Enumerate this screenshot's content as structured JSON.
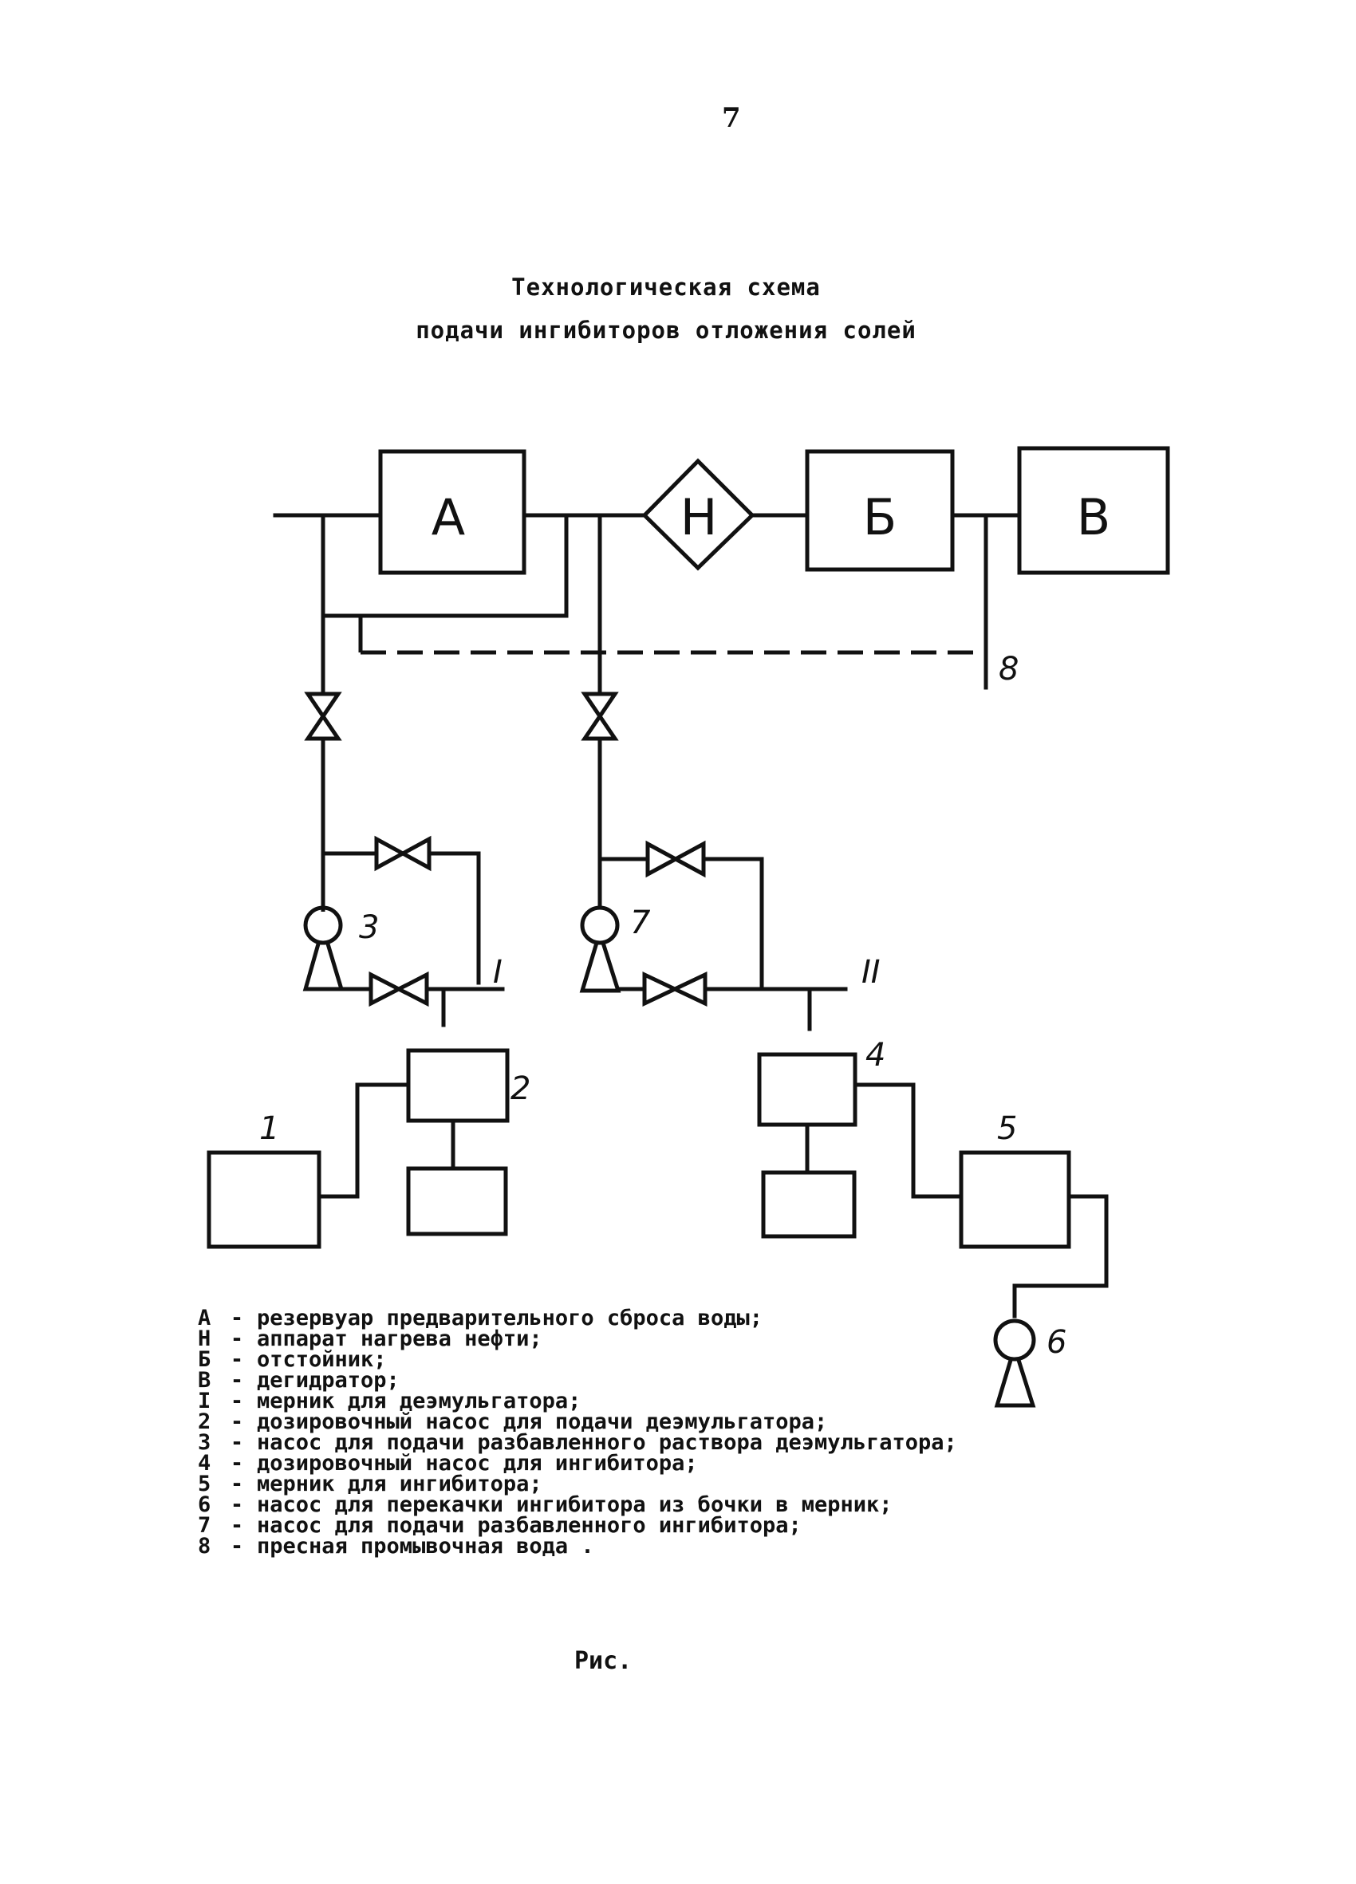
{
  "page_number": "7",
  "title": {
    "line1": "Технологическая схема",
    "line2": "подачи ингибиторов отложения солей"
  },
  "nodes": {
    "A": "А",
    "N": "Н",
    "B": "Б",
    "V": "В"
  },
  "line_labels": {
    "fresh_water": "8",
    "branch_1": "I",
    "branch_2": "II"
  },
  "numbers": {
    "pump_3": "3",
    "pump_7": "7",
    "tank_1": "1",
    "pump_2": "2",
    "pump_4": "4",
    "tank_5": "5",
    "pump_6": "6"
  },
  "legend": [
    {
      "key": "А",
      "text": "резервуар предварительного сброса воды;"
    },
    {
      "key": "Н",
      "text": "аппарат нагрева нефти;"
    },
    {
      "key": "Б",
      "text": "отстойник;"
    },
    {
      "key": "В",
      "text": "дегидратор;"
    },
    {
      "key": "I",
      "text": "мерник для деэмульгатора;"
    },
    {
      "key": "2",
      "text": "дозировочный насос для подачи деэмульгатора;"
    },
    {
      "key": "3",
      "text": "насос для подачи разбавленного раствора деэмульгатора;"
    },
    {
      "key": "4",
      "text": "дозировочный насос для ингибитора;"
    },
    {
      "key": "5",
      "text": "мерник для ингибитора;"
    },
    {
      "key": "6",
      "text": "насос для перекачки ингибитора из бочки в мерник;"
    },
    {
      "key": "7",
      "text": "насос для подачи разбавленного ингибитора;"
    },
    {
      "key": "8",
      "text": "пресная промывочная вода ."
    }
  ],
  "caption": "Рис."
}
